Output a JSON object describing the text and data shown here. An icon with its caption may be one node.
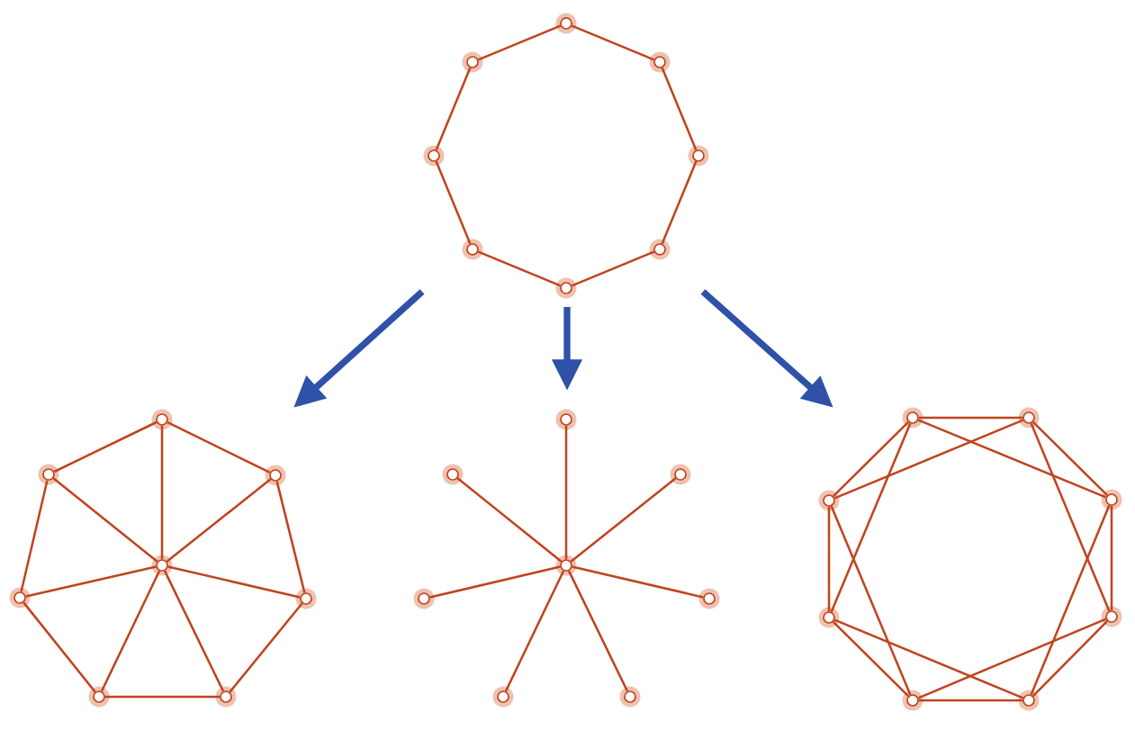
{
  "diagram": {
    "nodes": [
      {
        "text": [],
        "shape": "circle"
      },
      {
        "text": [],
        "shape": "circle"
      },
      {
        "text": [],
        "shape": "circle"
      },
      {
        "text": [],
        "shape": "circle"
      },
      {
        "text": [],
        "shape": "circle"
      },
      {
        "text": [],
        "shape": "circle"
      },
      {
        "text": [],
        "shape": "circle"
      },
      {
        "text": [],
        "shape": "circle"
      },
      {
        "text": [],
        "shape": "circle"
      },
      {
        "text": [],
        "shape": "circle"
      },
      {
        "text": [],
        "shape": "circle"
      },
      {
        "text": [],
        "shape": "circle"
      },
      {
        "text": [],
        "shape": "circle"
      },
      {
        "text": [],
        "shape": "circle"
      },
      {
        "text": [],
        "shape": "circle"
      },
      {
        "text": [],
        "shape": "circle"
      },
      {
        "text": [],
        "shape": "circle"
      },
      {
        "text": [],
        "shape": "circle"
      },
      {
        "text": [],
        "shape": "circle"
      },
      {
        "text": [],
        "shape": "circle"
      },
      {
        "text": [],
        "shape": "circle"
      },
      {
        "text": [],
        "shape": "circle"
      },
      {
        "text": [],
        "shape": "circle"
      },
      {
        "text": [],
        "shape": "circle"
      },
      {
        "text": [],
        "shape": "circle"
      },
      {
        "text": [],
        "shape": "circle"
      },
      {
        "text": [],
        "shape": "circle"
      },
      {
        "text": [],
        "shape": "circle"
      },
      {
        "text": [],
        "shape": "circle"
      },
      {
        "text": [],
        "shape": "circle"
      },
      {
        "text": [],
        "shape": "circle"
      },
      {
        "text": [],
        "shape": "circle"
      }
    ],
    "edges": [
      {
        "from": 0,
        "to": 1,
        "arrow": "none"
      },
      {
        "from": 1,
        "to": 2,
        "arrow": "none"
      },
      {
        "from": 2,
        "to": 3,
        "arrow": "none"
      },
      {
        "from": 3,
        "to": 4,
        "arrow": "none"
      },
      {
        "from": 4,
        "to": 5,
        "arrow": "none"
      },
      {
        "from": 5,
        "to": 6,
        "arrow": "none"
      },
      {
        "from": 6,
        "to": 7,
        "arrow": "none"
      },
      {
        "from": 7,
        "to": 0,
        "arrow": "none"
      },
      {
        "from": 9,
        "to": 10,
        "arrow": "none"
      },
      {
        "from": 10,
        "to": 11,
        "arrow": "none"
      },
      {
        "from": 11,
        "to": 12,
        "arrow": "none"
      },
      {
        "from": 12,
        "to": 13,
        "arrow": "none"
      },
      {
        "from": 13,
        "to": 14,
        "arrow": "none"
      },
      {
        "from": 14,
        "to": 15,
        "arrow": "none"
      },
      {
        "from": 15,
        "to": 9,
        "arrow": "none"
      },
      {
        "from": 8,
        "to": 9,
        "arrow": "none"
      },
      {
        "from": 8,
        "to": 10,
        "arrow": "none"
      },
      {
        "from": 8,
        "to": 11,
        "arrow": "none"
      },
      {
        "from": 8,
        "to": 12,
        "arrow": "none"
      },
      {
        "from": 8,
        "to": 13,
        "arrow": "none"
      },
      {
        "from": 8,
        "to": 14,
        "arrow": "none"
      },
      {
        "from": 8,
        "to": 15,
        "arrow": "none"
      },
      {
        "from": 16,
        "to": 17,
        "arrow": "none"
      },
      {
        "from": 16,
        "to": 18,
        "arrow": "none"
      },
      {
        "from": 16,
        "to": 19,
        "arrow": "none"
      },
      {
        "from": 16,
        "to": 20,
        "arrow": "none"
      },
      {
        "from": 16,
        "to": 21,
        "arrow": "none"
      },
      {
        "from": 16,
        "to": 22,
        "arrow": "none"
      },
      {
        "from": 16,
        "to": 23,
        "arrow": "none"
      },
      {
        "from": 24,
        "to": 25,
        "arrow": "none"
      },
      {
        "from": 25,
        "to": 26,
        "arrow": "none"
      },
      {
        "from": 26,
        "to": 27,
        "arrow": "none"
      },
      {
        "from": 27,
        "to": 28,
        "arrow": "none"
      },
      {
        "from": 28,
        "to": 29,
        "arrow": "none"
      },
      {
        "from": 29,
        "to": 30,
        "arrow": "none"
      },
      {
        "from": 30,
        "to": 31,
        "arrow": "none"
      },
      {
        "from": 31,
        "to": 24,
        "arrow": "none"
      },
      {
        "from": 24,
        "to": 26,
        "arrow": "none"
      },
      {
        "from": 25,
        "to": 27,
        "arrow": "none"
      },
      {
        "from": 26,
        "to": 28,
        "arrow": "none"
      },
      {
        "from": 27,
        "to": 29,
        "arrow": "none"
      },
      {
        "from": 28,
        "to": 30,
        "arrow": "none"
      },
      {
        "from": 29,
        "to": 31,
        "arrow": "none"
      },
      {
        "from": 30,
        "to": 24,
        "arrow": "none"
      },
      {
        "from": 31,
        "to": 25,
        "arrow": "none"
      }
    ]
  }
}
